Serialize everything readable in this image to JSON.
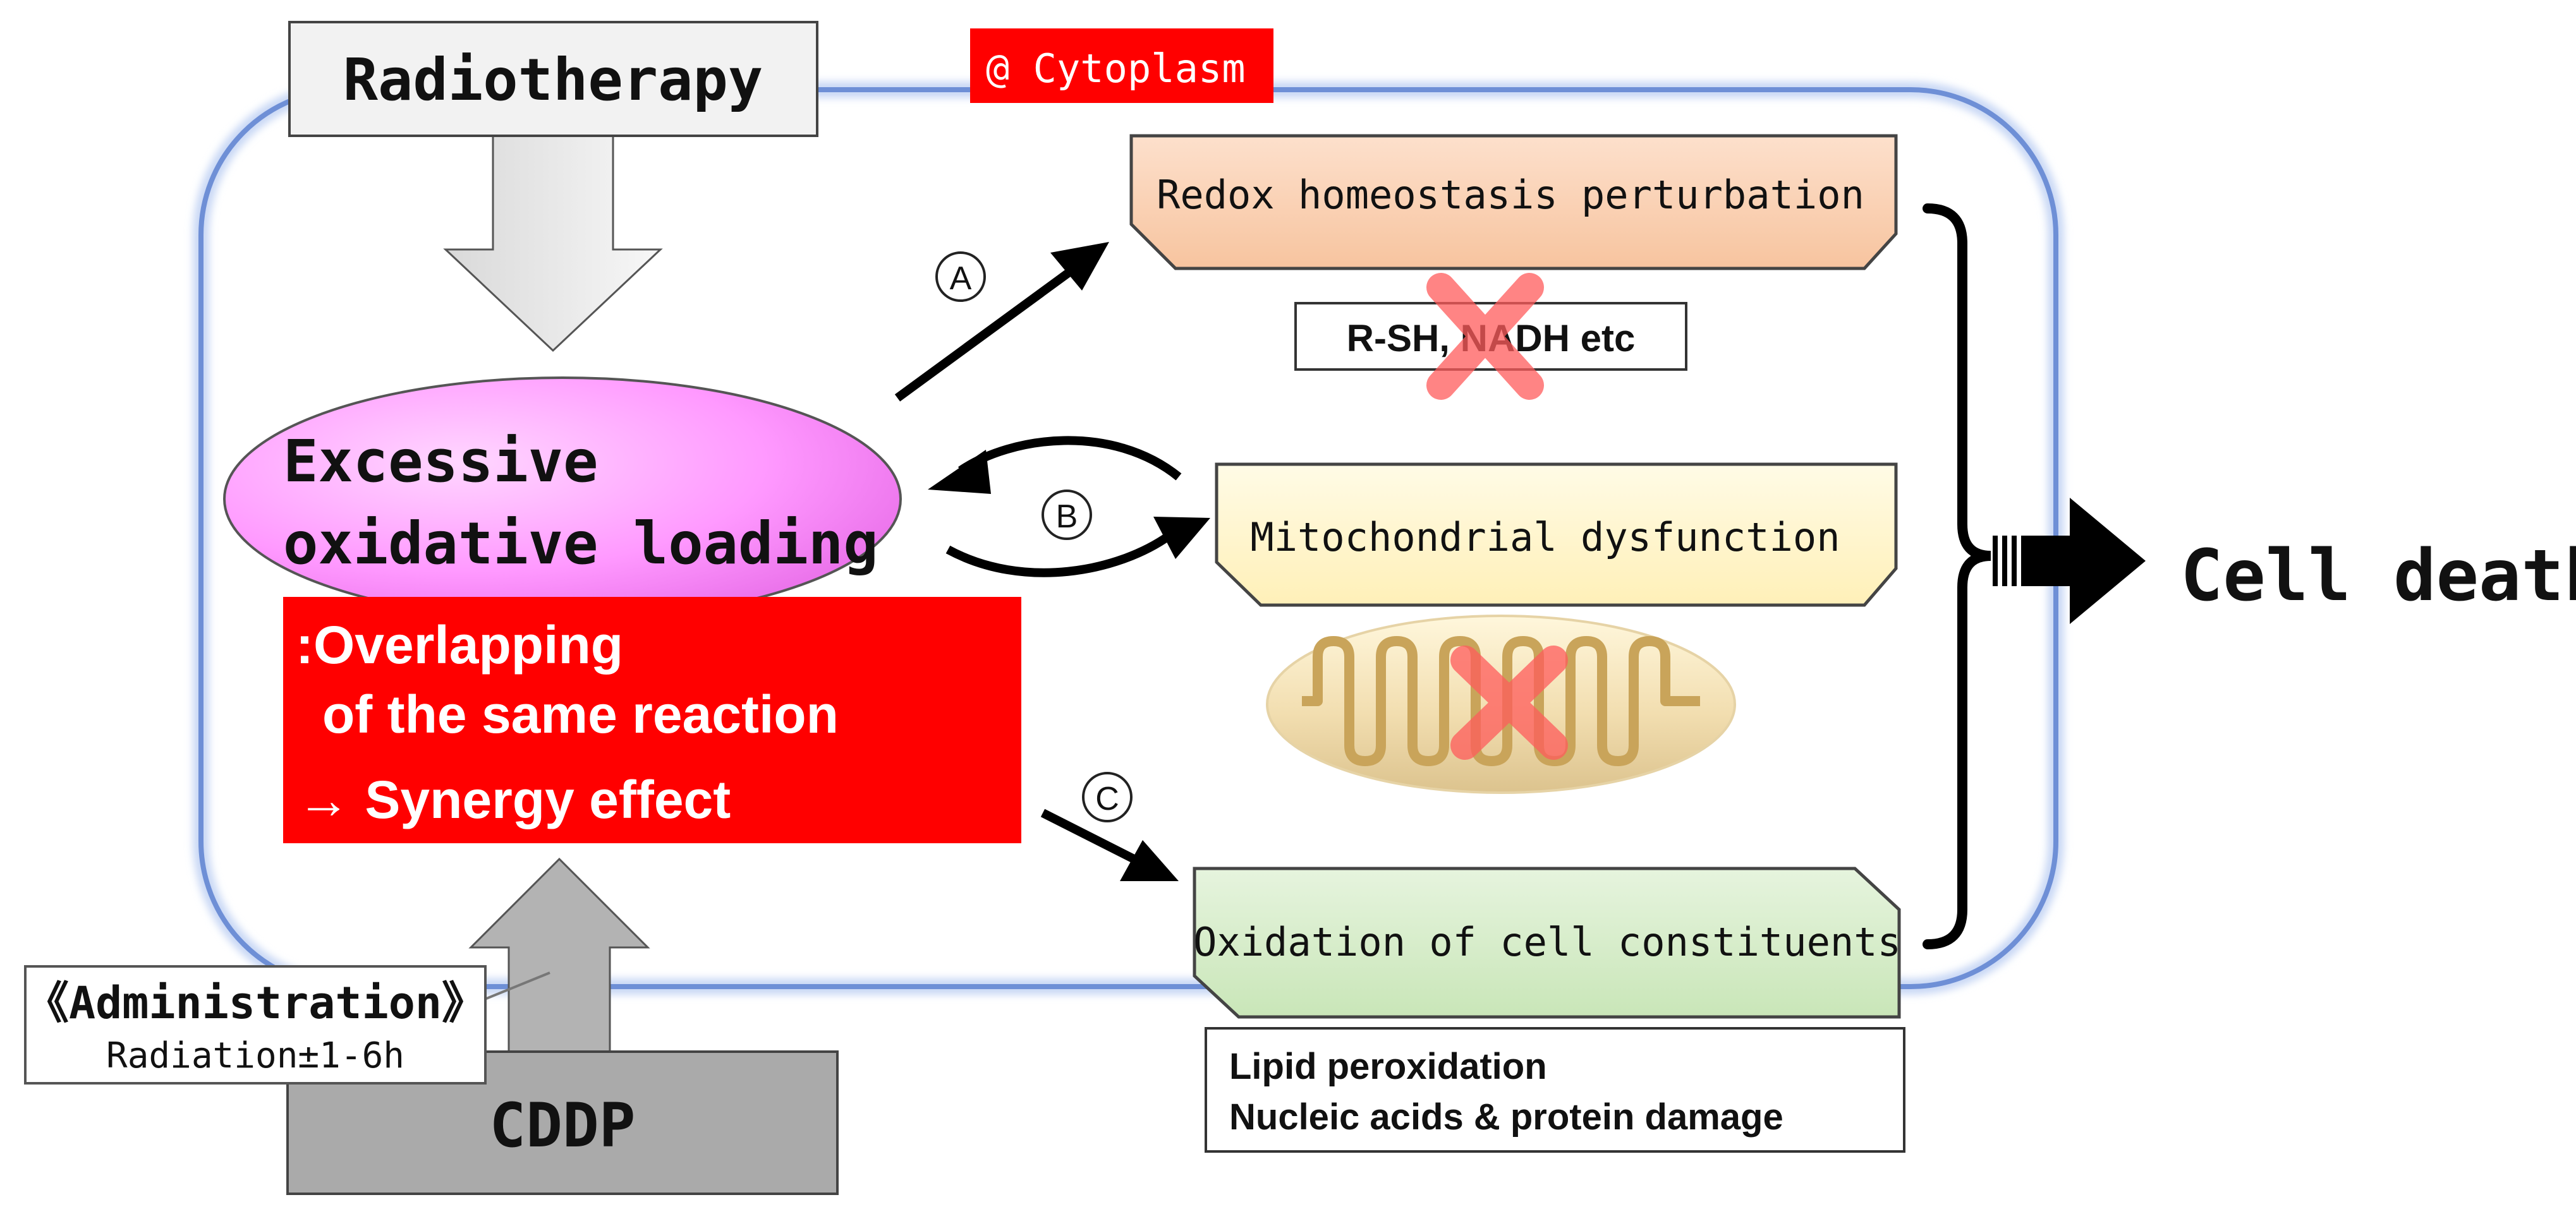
{
  "cytoplasm_label": "@ Cytoplasm",
  "radiotherapy": "Radiotherapy",
  "cddp": "CDDP",
  "excessive": {
    "line1": "Excessive",
    "line2": "oxidative loading"
  },
  "synergy": {
    "line1": ":Overlapping",
    "line2": "of the same reaction",
    "line3": "→ Synergy effect"
  },
  "administration": {
    "title": "《Administration》",
    "detail": "Radiation±1-6h"
  },
  "markers": {
    "a": "A",
    "b": "B",
    "c": "C"
  },
  "outcomes": {
    "redox": "Redox homeostasis perturbation",
    "redox_note": "R-SH, NADH etc",
    "mito": "Mitochondrial dysfunction",
    "oxidation": "Oxidation of cell constituents",
    "oxidation_note_1": "Lipid peroxidation",
    "oxidation_note_2": "Nucleic acids & protein damage"
  },
  "result": "Cell death",
  "colors": {
    "cell_border": "#7f9fe0",
    "cytoplasm_tag": "#ff0000",
    "ellipse_fill": "#ff99ff",
    "synergy_box": "#ff0000",
    "redox_fill": "#fbd3b5",
    "mito_fill": "#fff6d0",
    "oxidation_fill": "#d6ecc9",
    "cross": "#ff5c5c",
    "cddp_fill": "#b3b3b3"
  }
}
